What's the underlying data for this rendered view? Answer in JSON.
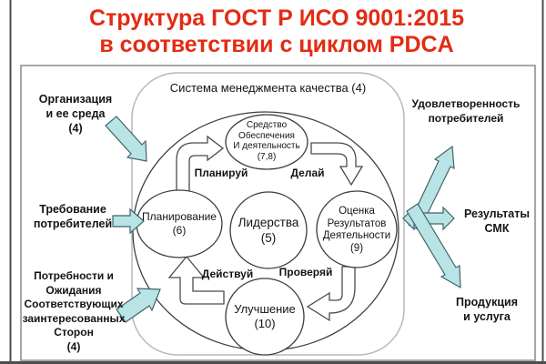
{
  "title": {
    "line1": "Структура ГОСТ Р ИСО 9001:2015",
    "line2": "в соответствии с циклом PDCA"
  },
  "colors": {
    "title_red": "#e32b13",
    "teal_fill": "#b9e4e5",
    "teal_stroke": "#3f6468",
    "shape_outline": "#3f3f3f"
  },
  "diagram": {
    "qms_label": "Система менеджмента качества (4)",
    "nodes": {
      "support": [
        "Средство",
        "Обеспечения",
        "И деятельность",
        "(7,8)"
      ],
      "planning": [
        "Планирование",
        "(6)"
      ],
      "leadership": [
        "Лидерства",
        "(5)"
      ],
      "evaluation": [
        "Оценка",
        "Результатов",
        "Деятельности",
        "(9)"
      ],
      "improvement": [
        "Улучшение",
        "(10)"
      ]
    },
    "pdca": {
      "plan": "Планируй",
      "do": "Делай",
      "check": "Проверяй",
      "act": "Действуй"
    }
  },
  "inputs": {
    "organization": [
      "Организация",
      "и ее среда",
      "(4)"
    ],
    "customer_requirements": [
      "Требование",
      "потребителей"
    ],
    "stakeholder_needs": [
      "Потребности и",
      "Ожидания",
      "Соответствующих",
      "заинтересованных",
      "Сторон",
      "(4)"
    ]
  },
  "outputs": {
    "customer_satisfaction": [
      "Удовлетворенность",
      "потребителей"
    ],
    "qms_results": [
      "Результаты",
      "СМК"
    ],
    "products_services": [
      "Продукция",
      "и услуга"
    ]
  }
}
